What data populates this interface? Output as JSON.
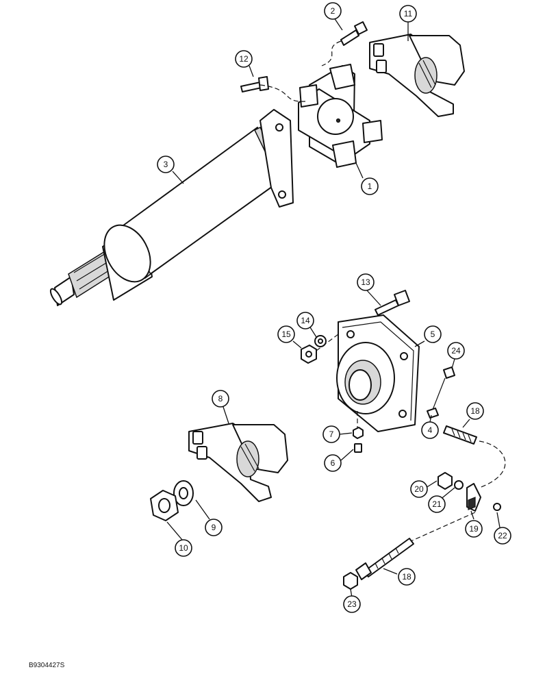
{
  "figure_code": "B9304427S",
  "callouts": [
    {
      "id": "c1",
      "label": "1"
    },
    {
      "id": "c2",
      "label": "2"
    },
    {
      "id": "c3",
      "label": "3"
    },
    {
      "id": "c4",
      "label": "4"
    },
    {
      "id": "c5",
      "label": "5"
    },
    {
      "id": "c6",
      "label": "6"
    },
    {
      "id": "c7",
      "label": "7"
    },
    {
      "id": "c8",
      "label": "8"
    },
    {
      "id": "c9",
      "label": "9"
    },
    {
      "id": "c10",
      "label": "10"
    },
    {
      "id": "c11",
      "label": "11"
    },
    {
      "id": "c12",
      "label": "12"
    },
    {
      "id": "c13",
      "label": "13"
    },
    {
      "id": "c14",
      "label": "14"
    },
    {
      "id": "c15",
      "label": "15"
    },
    {
      "id": "c18a",
      "label": "18"
    },
    {
      "id": "c18b",
      "label": "18"
    },
    {
      "id": "c19",
      "label": "19"
    },
    {
      "id": "c20",
      "label": "20"
    },
    {
      "id": "c21",
      "label": "21"
    },
    {
      "id": "c22",
      "label": "22"
    },
    {
      "id": "c23",
      "label": "23"
    },
    {
      "id": "c24",
      "label": "24"
    }
  ]
}
